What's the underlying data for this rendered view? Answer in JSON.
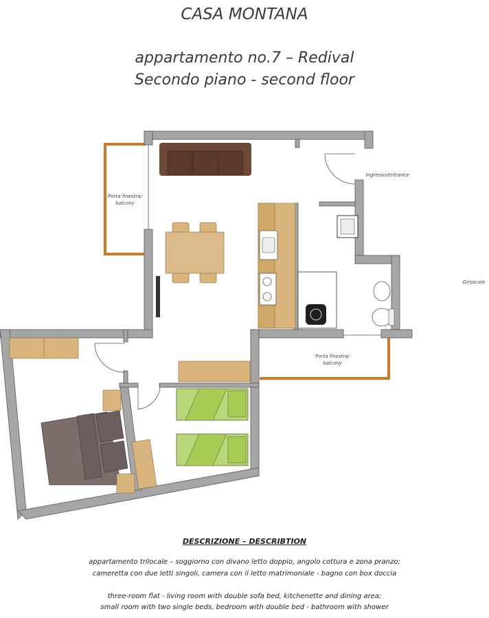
{
  "header": {
    "building": "CASA MONTANA",
    "apartment": "appartamento no.7 – Redival",
    "floor": "Secondo piano  - second floor"
  },
  "plan": {
    "labels": {
      "balcony_west": [
        "Porta finestra/",
        "balcony"
      ],
      "entrance": "Ingresso/entrance",
      "stairs": "Giroscale",
      "balcony_south": [
        "Porta finestra/",
        "balcony"
      ]
    },
    "colors": {
      "wall": "#a6a6a6",
      "wall_edge": "#555555",
      "balcony": "#d0782a",
      "sofa": "#6e4a36",
      "wood": "#d9b47c",
      "bed_frame": "#7b6e6b",
      "bed_pillow": "#6a5f5c",
      "single_bed": "#b8d67a",
      "single_pillow": "#a8cc55"
    }
  },
  "description": {
    "heading": "DESCRIZIONE – DESCRIBTION",
    "it_line1": "appartamento trilocale – soggiorno con divano letto doppio, angolo cottura e zona pranzo;",
    "it_line2": "cameretta con due letti singoli, camera con il letto matrimoniale - bagno con box doccia",
    "en_line1": "three-room flat - living room with double sofa bed, kitchenette and dining area;",
    "en_line2": "small room with two single beds, bedroom with double bed - bathroom with shower"
  }
}
